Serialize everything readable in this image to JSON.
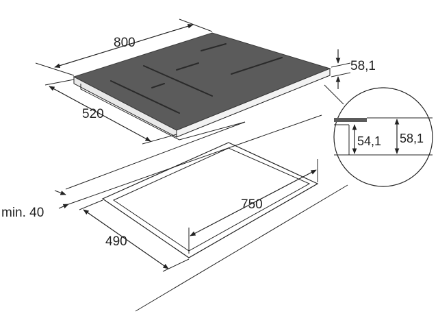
{
  "diagram": {
    "labels": {
      "hob_width": "800",
      "hob_depth": "520",
      "hob_thickness": "58,1",
      "cutout_width": "750",
      "cutout_depth": "490",
      "min_distance": "min. 40",
      "detail_inner": "54,1",
      "detail_outer": "58,1"
    },
    "colors": {
      "glass_top": "#5b5b5b",
      "glass_edge": "#3a3a3a",
      "lines": "#222222",
      "zone_marks": "#2a2a2a",
      "background": "#ffffff"
    }
  }
}
